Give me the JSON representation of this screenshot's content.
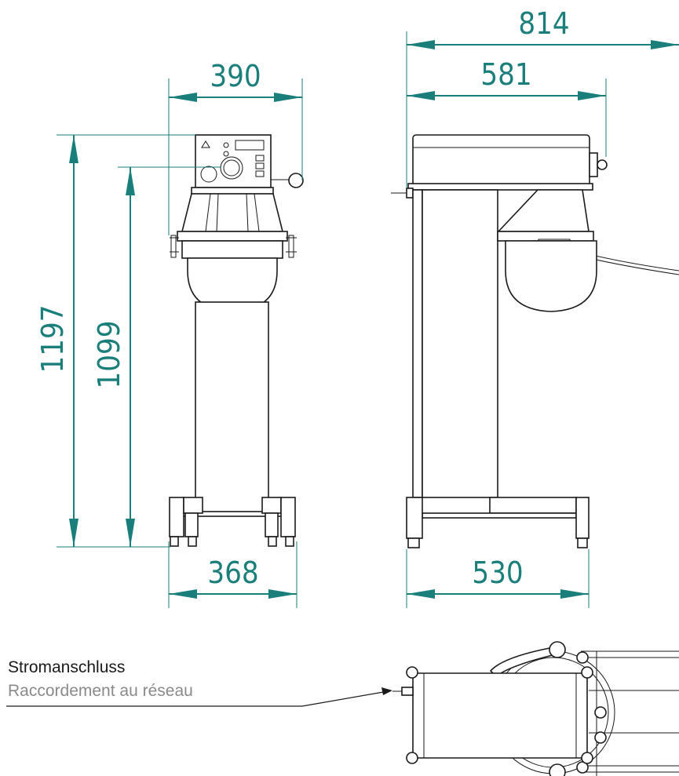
{
  "dimensions": {
    "front_width_top": "390",
    "front_width_base": "368",
    "front_height_total": "1197",
    "front_height_arm": "1099",
    "side_width_total": "814",
    "side_width_body": "581",
    "side_width_base": "530"
  },
  "labels": {
    "power_de": "Stromanschluss",
    "power_fr": "Raccordement au réseau"
  },
  "colors": {
    "dimension": "#1a7f7a",
    "line": "#1a1a1a",
    "label_secondary": "#8a8a8a"
  }
}
